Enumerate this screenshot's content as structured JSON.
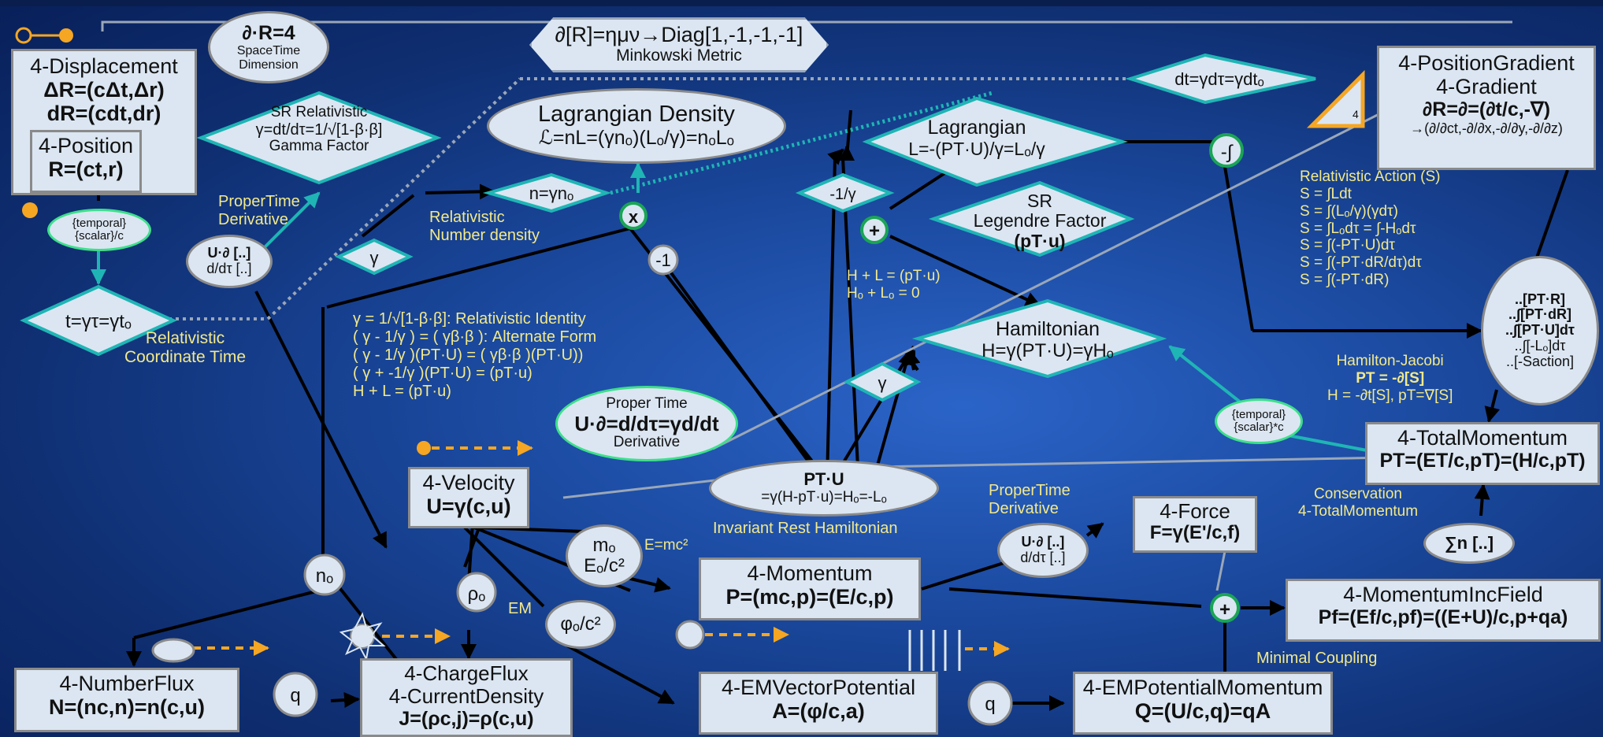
{
  "displacement": {
    "title": "4-Displacement",
    "l1": "ΔR=(cΔt,Δr)",
    "l2": "dR=(cdt,dr)"
  },
  "position": {
    "title": "4-Position",
    "formula": "R=(ct,r)"
  },
  "dimension": {
    "formula": "∂·R=4",
    "l1": "SpaceTime",
    "l2": "Dimension"
  },
  "metric": {
    "formula": "∂[R]=ημν→Diag[1,-1,-1,-1]",
    "label": "Minkowski Metric"
  },
  "gamma_factor": {
    "l1": "SR Relativistic",
    "l2": "γ=dt/dτ=1/√[1-β·β]",
    "l3": "Gamma Factor"
  },
  "lagrangian_density": {
    "title": "Lagrangian Density",
    "formula": "ℒ=nL=(γnₒ)(Lₒ/γ)=nₒLₒ"
  },
  "number_density_node": "n=γnₒ",
  "lagrangian": {
    "title": "Lagrangian",
    "formula": "L=-(PT·U)/γ=Lₒ/γ"
  },
  "dt_node": "dt=γdτ=γdtₒ",
  "gradient": {
    "l1": "4-PositionGradient",
    "l2": "4-Gradient",
    "l3": "∂R=∂=(∂t/c,-∇)",
    "l4": "→(∂/∂ct,-∂/∂x,-∂/∂y,-∂/∂z)"
  },
  "triangle_label": "4",
  "temporal_scalar_div": {
    "l1": "{temporal}",
    "l2": "{scalar}/c"
  },
  "time_node": "t=γτ=γtₒ",
  "proper_op_left": {
    "l1": "U·∂ [..]",
    "l2": "d/dτ [..]"
  },
  "gamma_node": "γ",
  "x_node": "x",
  "neg_one_node": "-1",
  "neg_inv_gamma_node": "-1/γ",
  "plus_node": "+",
  "legendre": {
    "l1": "SR",
    "l2": "Legendre Factor",
    "l3": "(pT·u)"
  },
  "neg_integral_node": "-∫",
  "action_lines": [
    "Relativistic Action (S)",
    "S = ∫Ldt",
    "S = ∫(Lₒ/γ)(γdτ)",
    "S = ∫Lₒdτ = ∫-Hₒdτ",
    "S = ∫(-PT·U)dτ",
    "S = ∫(-PT·dR/dτ)dτ",
    "S = ∫(-PT·dR)"
  ],
  "action_oval": [
    "..[PT·R]",
    "..∫[PT·dR]",
    "..∫[PT·U]dτ",
    "..∫[-Lₒ]dτ",
    "..[-Saction]"
  ],
  "hl_lines": [
    "H + L = (pT·u)",
    "Hₒ + Lₒ = 0"
  ],
  "hamiltonian": {
    "title": "Hamiltonian",
    "formula": "H=γ(PT·U)=γHₒ"
  },
  "identity_lines": [
    "γ = 1/√[1-β·β]: Relativistic Identity",
    "( γ - 1/γ ) = ( γβ·β ): Alternate Form",
    "( γ - 1/γ )(PT·U) = ( γβ·β )(PT·U))",
    "( γ + -1/γ )(PT·U) = (pT·u)",
    "  H +    L = (pT·u)"
  ],
  "proper_time_oval": {
    "l1": "Proper Time",
    "l2": "U·∂=d/dτ=γd/dt",
    "l3": "Derivative"
  },
  "gamma_node2": "γ",
  "temporal_scalar_mul": {
    "l1": "{temporal}",
    "l2": "{scalar}*c"
  },
  "hj_lines": [
    "Hamilton-Jacobi",
    "PT = -∂[S]",
    "H = -∂t[S], pT=∇[S]"
  ],
  "total_momentum": {
    "title": "4-TotalMomentum",
    "formula": "PT=(ET/c,pT)=(H/c,pT)"
  },
  "conservation_lines": [
    "Conservation",
    "4-TotalMomentum"
  ],
  "velocity": {
    "title": "4-Velocity",
    "formula": "U=γ(c,u)"
  },
  "rest_hamiltonian": {
    "l1": "PT·U",
    "l2": "=γ(H-pT·u)=Hₒ=-Lₒ",
    "label": "Invariant Rest Hamiltonian"
  },
  "proper_op_right": {
    "l1": "U·∂ [..]",
    "l2": "d/dτ [..]"
  },
  "force": {
    "title": "4-Force",
    "formula": "F=γ(E'/c,f)"
  },
  "sum_node": "∑n [..]",
  "mass_node": {
    "l1": "mₒ",
    "l2": "Eₒ/c²"
  },
  "emc2": "E=mc²",
  "momentum": {
    "title": "4-Momentum",
    "formula": "P=(mc,p)=(E/c,p)"
  },
  "inc_field": {
    "title": "4-MomentumIncField",
    "formula": "Pf=(Ef/c,pf)=((E+U)/c,p+qa)"
  },
  "minimal_coupling": "Minimal Coupling",
  "n0_node": "nₒ",
  "rho0_node": "ρₒ",
  "em_label": "EM",
  "phi0_node": "φₒ/c²",
  "q_node1": "q",
  "q_node2": "q",
  "number_flux": {
    "title": "4-NumberFlux",
    "formula": "N=(nc,n)=n(c,u)"
  },
  "charge_flux": {
    "l1": "4-ChargeFlux",
    "l2": "4-CurrentDensity",
    "l3": "J=(ρc,j)=ρ(c,u)"
  },
  "em_potential": {
    "title": "4-EMVectorPotential",
    "formula": "A=(φ/c,a)"
  },
  "em_potential_momentum": {
    "title": "4-EMPotentialMomentum",
    "formula": "Q=(U/c,q)=qA"
  },
  "labels": {
    "proper_time_derivative": "ProperTime Derivative",
    "relativistic_number_density": "Relativistic Number density",
    "relativistic_coordinate_time": "Relativistic Coordinate Time",
    "proper_time_derivative_right": "ProperTime Derivative"
  },
  "colors": {
    "accent_blue": "#1646d8",
    "accent_red": "#e0141e",
    "label_yellow": "#f3e98a",
    "node_teal": "#20a8a8"
  }
}
